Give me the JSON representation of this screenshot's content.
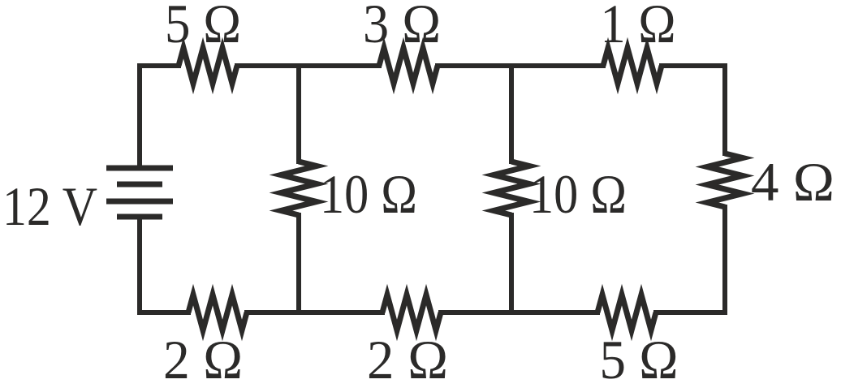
{
  "diagram": {
    "kind": "circuit-schematic",
    "colors": {
      "line": "#2b2a29",
      "background": "#ffffff"
    },
    "battery": {
      "label": "12 V"
    },
    "resistors": {
      "top_left": {
        "label": "5 Ω"
      },
      "top_middle": {
        "label": "3 Ω"
      },
      "top_right": {
        "label": "1 Ω"
      },
      "shunt_left": {
        "label": "10 Ω"
      },
      "shunt_middle": {
        "label": "10 Ω"
      },
      "right_side": {
        "label": "4 Ω"
      },
      "bottom_left": {
        "label": "2 Ω"
      },
      "bottom_middle": {
        "label": "2 Ω"
      },
      "bottom_right": {
        "label": "5 Ω"
      }
    }
  }
}
